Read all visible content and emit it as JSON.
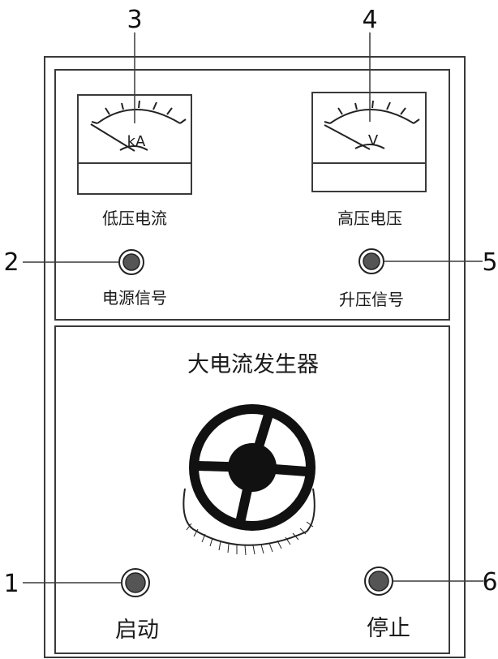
{
  "callouts": {
    "n1": "1",
    "n2": "2",
    "n3": "3",
    "n4": "4",
    "n5": "5",
    "n6": "6"
  },
  "meters": {
    "left_unit": "kA",
    "left_label": "低压电流",
    "right_unit": "V",
    "right_label": "高压电压"
  },
  "indicators": {
    "power_signal_label": "电源信号",
    "boost_signal_label": "升压信号"
  },
  "main_panel": {
    "title": "大电流发生器"
  },
  "buttons": {
    "start_label": "启动",
    "stop_label": "停止"
  },
  "colors": {
    "line": "#3a3a3a",
    "lamp_fill": "#555555",
    "handwheel": "#111111"
  }
}
